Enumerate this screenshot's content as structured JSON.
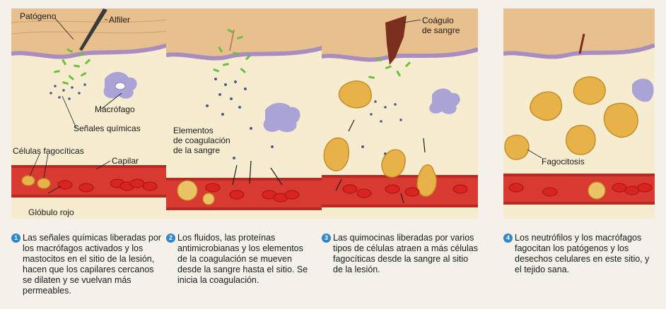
{
  "panels": [
    {
      "labels": {
        "pathogen": "Patógeno",
        "pin": "Alfiler",
        "macrophage": "Macrófago",
        "chemical_signals": "Señales químicas",
        "phagocytic_cells": "Células fagocíticas",
        "capillary": "Capilar",
        "red_blood_cell": "Glóbulo rojo"
      },
      "step": "1",
      "caption": "Las señales químicas liberadas por los macrófagos activados y los mastocitos en el sitio de la lesión, hacen que los capilares cercanos se dilaten y se vuelvan más permeables."
    },
    {
      "labels": {
        "clotting_elements": "Elementos\nde coagulación\nde la sangre"
      },
      "step": "2",
      "caption": "Los fluidos, las proteínas antimicrobianas y los elementos de la coagulación se mueven desde la sangre hasta el sitio. Se inicia la coagulación."
    },
    {
      "labels": {
        "blood_clot": "Coágulo\nde sangre"
      },
      "step": "3",
      "caption": "Las quimocinas liberadas por varios tipos de células atraen a más células fagocíticas desde la sangre al sitio de la lesión."
    },
    {
      "labels": {
        "phagocytosis": "Fagocitosis"
      },
      "step": "4",
      "caption": "Los neutrófilos y los macrófagos fagocitan los patógenos y los desechos celulares en este sitio, y el tejido sana."
    }
  ],
  "colors": {
    "background": "#f4f1ea",
    "skin": "#e8c08e",
    "membrane": "#a98dc0",
    "tissue": "#f6ecd0",
    "capillary": "#d83a32",
    "red_cell": "#d8231f",
    "phagocyte": "#e8b24a",
    "macrophage": "#a9a3d6",
    "bacteria": "#6cbf3e",
    "clot": "#7a2e1c",
    "step_badge": "#2f86c8"
  }
}
